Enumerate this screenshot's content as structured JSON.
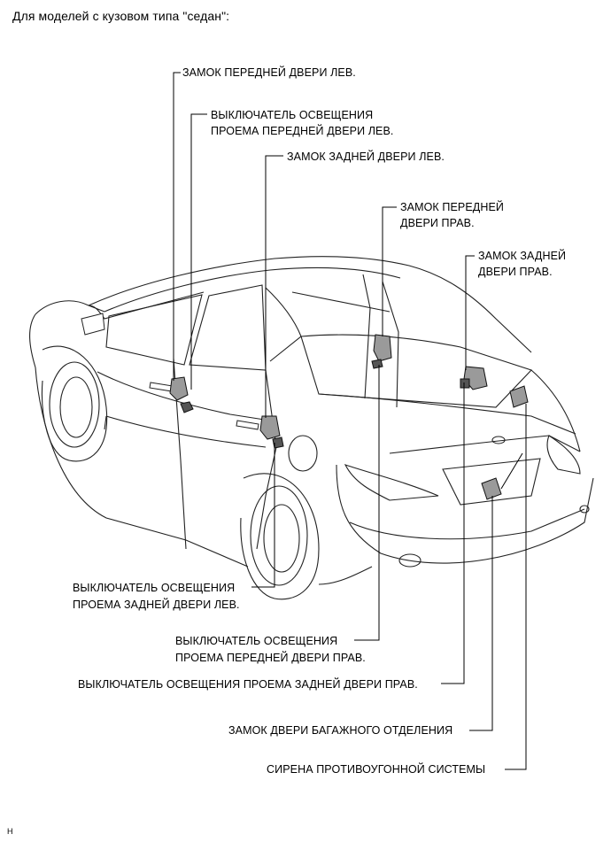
{
  "header": {
    "title": "Для моделей с кузовом типа \"седан\":"
  },
  "labels": {
    "front_door_lock_lh": "ЗАМОК ПЕРЕДНЕЙ ДВЕРИ  ЛЕВ.",
    "front_door_courtesy_lh_1": "ВЫКЛЮЧАТЕЛЬ ОСВЕЩЕНИЯ",
    "front_door_courtesy_lh_2": "ПРОЕМА ПЕРЕДНЕЙ ДВЕРИ ЛЕВ.",
    "rear_door_lock_lh": "ЗАМОК ЗАДНЕЙ ДВЕРИ  ЛЕВ.",
    "front_door_lock_rh_1": "ЗАМОК ПЕРЕДНЕЙ",
    "front_door_lock_rh_2": "ДВЕРИ  ПРАВ.",
    "rear_door_lock_rh_1": "ЗАМОК ЗАДНЕЙ",
    "rear_door_lock_rh_2": "ДВЕРИ ПРАВ.",
    "rear_door_courtesy_lh_1": "ВЫКЛЮЧАТЕЛЬ ОСВЕЩЕНИЯ",
    "rear_door_courtesy_lh_2": "ПРОЕМА ЗАДНЕЙ ДВЕРИ ЛЕВ.",
    "front_door_courtesy_rh_1": "ВЫКЛЮЧАТЕЛЬ ОСВЕЩЕНИЯ",
    "front_door_courtesy_rh_2": "ПРОЕМА ПЕРЕДНЕЙ ДВЕРИ ПРАВ.",
    "rear_door_courtesy_rh": "ВЫКЛЮЧАТЕЛЬ ОСВЕЩЕНИЯ ПРОЕМА ЗАДНЕЙ ДВЕРИ  ПРАВ.",
    "luggage_door_lock": "ЗАМОК ДВЕРИ БАГАЖНОГО ОТДЕЛЕНИЯ",
    "theft_siren": "СИРЕНА ПРОТИВОУГОННОЙ СИСТЕМЫ"
  },
  "footer": {
    "code": "H"
  }
}
